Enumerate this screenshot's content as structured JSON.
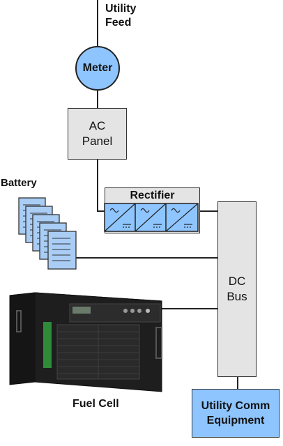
{
  "utility_feed": {
    "line1": "Utility",
    "line2": "Feed"
  },
  "meter": {
    "label": "Meter"
  },
  "ac_panel": {
    "line1": "AC",
    "line2": "Panel"
  },
  "rectifier": {
    "label": "Rectifier"
  },
  "battery": {
    "label": "Battery"
  },
  "dc_bus": {
    "line1": "DC",
    "line2": "Bus"
  },
  "fuel_cell": {
    "label": "Fuel Cell"
  },
  "utility_comm": {
    "line1": "Utility Comm",
    "line2": "Equipment"
  },
  "colors": {
    "blue_fill": "#8ec5ff",
    "gray_fill": "#e4e4e4",
    "line": "#222222"
  }
}
